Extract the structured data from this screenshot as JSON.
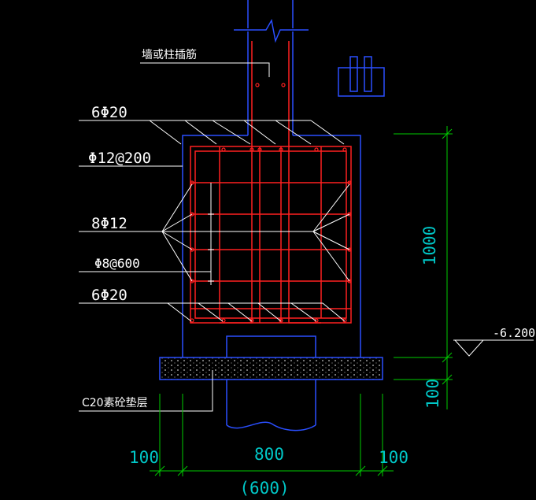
{
  "labels": {
    "wall_dowel": "墙或柱插筋",
    "top_bars": "6Φ20",
    "stirrup": "Φ12@200",
    "side_bars": "8Φ12",
    "tie": "Φ8@600",
    "bottom_bars": "6Φ20",
    "cushion": "C20素砼垫层"
  },
  "dimensions": {
    "height": "1000",
    "cushion_thickness": "100",
    "left_offset": "100",
    "width": "800",
    "right_offset": "100",
    "inner_width": "(600)",
    "elevation": "-6.200"
  },
  "colors": {
    "background": "#000000",
    "concrete_outline": "#2a4fff",
    "rebar": "#ff2020",
    "dimension_line": "#00cc00",
    "dimension_text": "#00c8c8",
    "leader": "#ffffff"
  }
}
